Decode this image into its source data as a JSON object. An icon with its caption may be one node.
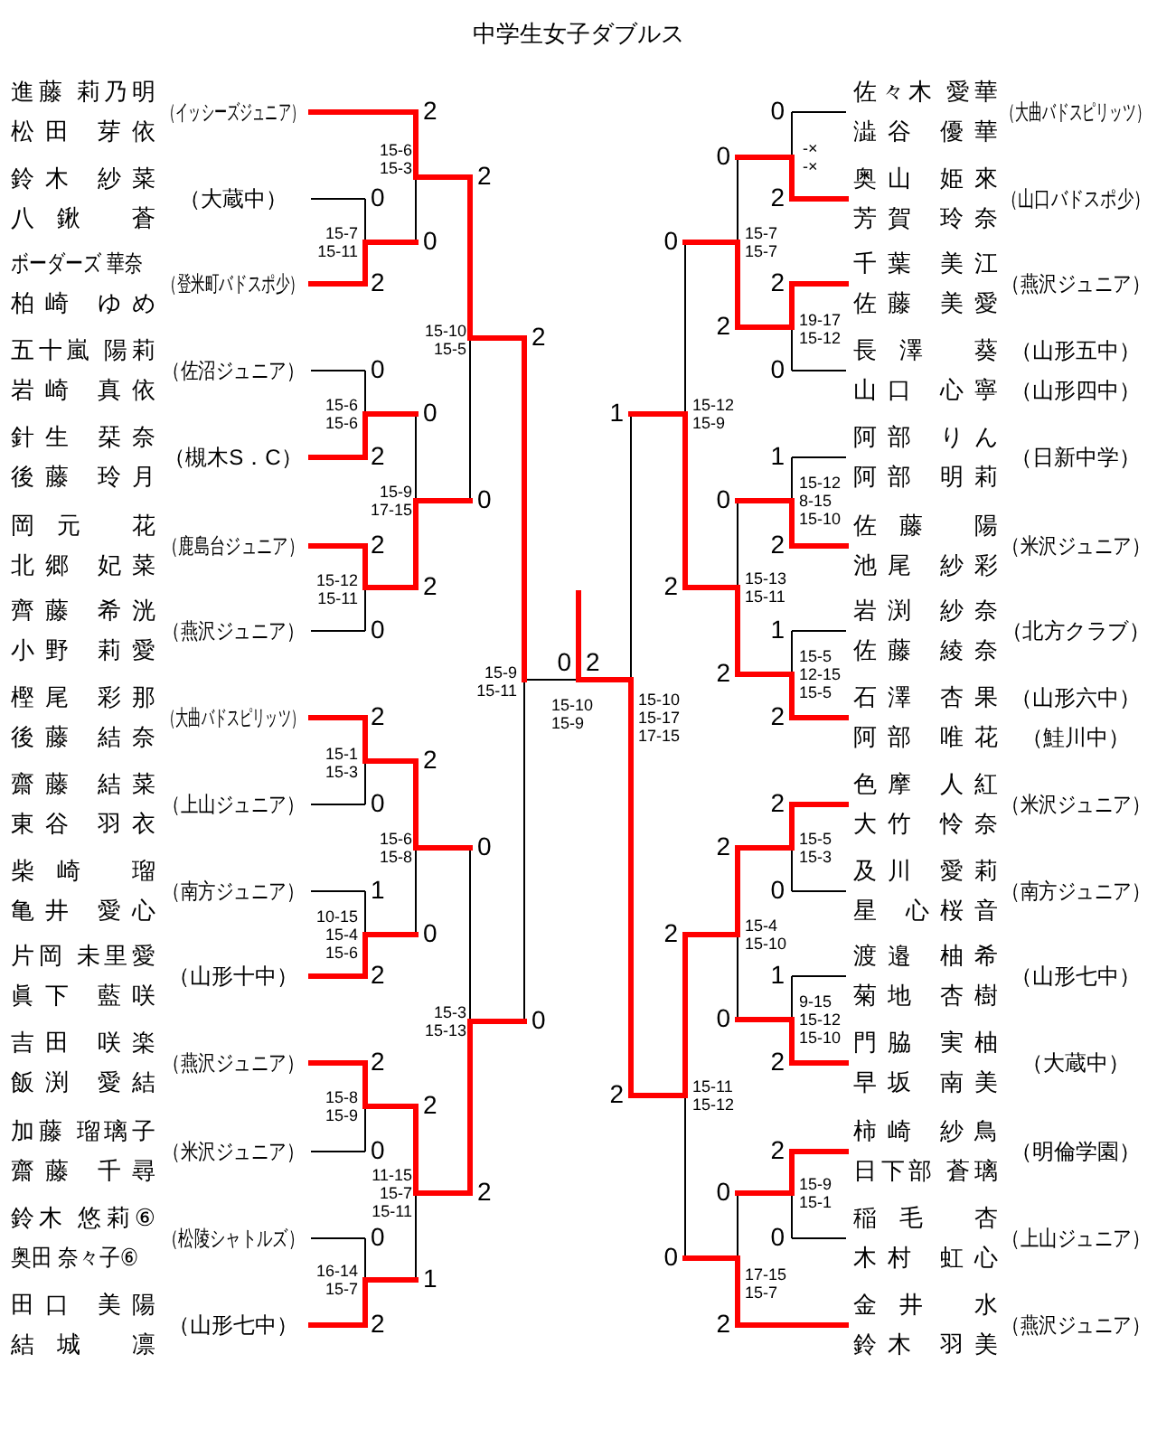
{
  "diagram": {
    "title": "中学生女子ダブルス",
    "nodes": [
      {
        "text": [
          "進藤 莉乃明",
          "松田 芽依"
        ],
        "beside": [
          "（イッシーズジュニア）"
        ]
      },
      {
        "text": [
          "鈴木 紗菜",
          "八鍬 蒼"
        ],
        "beside": [
          "（大蔵中）"
        ]
      },
      {
        "text": [
          "ボーダーズ 華奈",
          "柏崎 ゆめ"
        ],
        "beside": [
          "（登米町バドスポ少）"
        ]
      },
      {
        "text": [
          "五十嵐 陽莉",
          "岩崎 真依"
        ],
        "beside": [
          "（佐沼ジュニア）"
        ]
      },
      {
        "text": [
          "針生 栞奈",
          "後藤 玲月"
        ],
        "beside": [
          "（槻木S．C）"
        ]
      },
      {
        "text": [
          "岡元 花",
          "北郷 妃菜"
        ],
        "beside": [
          "（鹿島台ジュニア）"
        ]
      },
      {
        "text": [
          "齊藤 希洸",
          "小野 莉愛"
        ],
        "beside": [
          "（燕沢ジュニア）"
        ]
      },
      {
        "text": [
          "樫尾 彩那",
          "後藤 結奈"
        ],
        "beside": [
          "（大曲バドスピリッツ）"
        ]
      },
      {
        "text": [
          "齋藤 結菜",
          "東谷 羽衣"
        ],
        "beside": [
          "（上山ジュニア）"
        ]
      },
      {
        "text": [
          "柴崎 瑠",
          "亀井 愛心"
        ],
        "beside": [
          "（南方ジュニア）"
        ]
      },
      {
        "text": [
          "片岡 未里愛",
          "眞下 藍咲"
        ],
        "beside": [
          "（山形十中）"
        ]
      },
      {
        "text": [
          "吉田 咲楽",
          "飯渕 愛結"
        ],
        "beside": [
          "（燕沢ジュニア）"
        ]
      },
      {
        "text": [
          "加藤 瑠璃子",
          "齋藤 千尋"
        ],
        "beside": [
          "（米沢ジュニア）"
        ]
      },
      {
        "text": [
          "鈴木 悠莉⑥",
          "奥田 奈々子⑥"
        ],
        "beside": [
          "（松陵シャトルズ）"
        ]
      },
      {
        "text": [
          "田口 美陽",
          "結城 凛"
        ],
        "beside": [
          "（山形七中）"
        ]
      },
      {
        "text": [
          "佐々木 愛華",
          "澁谷 優華"
        ],
        "beside": [
          "（大曲バドスピリッツ）"
        ]
      },
      {
        "text": [
          "奥山 姫來",
          "芳賀 玲奈"
        ],
        "beside": [
          "（山口バドスポ少）"
        ]
      },
      {
        "text": [
          "千葉 美江",
          "佐藤 美愛"
        ],
        "beside": [
          "（燕沢ジュニア）"
        ]
      },
      {
        "text": [
          "長澤 葵",
          "山口 心寧"
        ],
        "beside": [
          "（山形五中）",
          "（山形四中）"
        ]
      },
      {
        "text": [
          "阿部 りん",
          "阿部 明莉"
        ],
        "beside": [
          "（日新中学）"
        ]
      },
      {
        "text": [
          "佐藤 陽",
          "池尾 紗彩"
        ],
        "beside": [
          "（米沢ジュニア）"
        ]
      },
      {
        "text": [
          "岩渕 紗奈",
          "佐藤 綾奈"
        ],
        "beside": [
          "（北方クラブ）"
        ]
      },
      {
        "text": [
          "石澤 杏果",
          "阿部 唯花"
        ],
        "beside": [
          "（山形六中）",
          "（鮭川中）"
        ]
      },
      {
        "text": [
          "色摩 人紅",
          "大竹 怜奈"
        ],
        "beside": [
          "（米沢ジュニア）"
        ]
      },
      {
        "text": [
          "及川 愛莉",
          "星 心桜音"
        ],
        "beside": [
          "（南方ジュニア）"
        ]
      },
      {
        "text": [
          "渡邉 柚希",
          "菊地 杏樹"
        ],
        "beside": [
          "（山形七中）"
        ]
      },
      {
        "text": [
          "門脇 実柚",
          "早坂 南美"
        ],
        "beside": [
          "（大蔵中）"
        ]
      },
      {
        "text": [
          "柿崎 紗鳥",
          "日下部 蒼璃"
        ],
        "beside": [
          "（明倫学園）"
        ]
      },
      {
        "text": [
          "稲毛 杏",
          "木村 虹心"
        ],
        "beside": [
          "（上山ジュニア）"
        ]
      },
      {
        "text": [
          "金井 水",
          "鈴木 羽美"
        ],
        "beside": [
          "（燕沢ジュニア）"
        ]
      }
    ],
    "labels": [
      "2",
      "15-6 15-3",
      "2",
      "0",
      "15-7 15-11",
      "0",
      "2",
      "15-10 15-5",
      "2",
      "0",
      "15-6 15-6",
      "0",
      "2",
      "15-9 17-15",
      "0",
      "2",
      "15-12 15-11",
      "2",
      "0",
      "0",
      "2",
      "15-9 15-11",
      "15-10 15-9",
      "2",
      "15-1 15-3",
      "2",
      "0",
      "15-6 15-8",
      "0",
      "1",
      "10-15 15-4 15-6",
      "0",
      "2",
      "15-3 15-13",
      "0",
      "2",
      "15-8 15-9",
      "2",
      "0",
      "11-15 15-7 15-11",
      "2",
      "0",
      "16-14 15-7",
      "1",
      "2",
      "0",
      "-× -×",
      "0",
      "2",
      "0",
      "15-7 15-7",
      "2",
      "2",
      "19-17 15-12",
      "0",
      "1",
      "15-12 15-9",
      "1",
      "0",
      "15-12 8-15 15-10",
      "2",
      "2",
      "15-13 15-11",
      "1",
      "2",
      "15-5 12-15 15-5",
      "15-10 15-17 17-15",
      "2",
      "2",
      "2",
      "15-5 15-3",
      "0",
      "2",
      "15-4 15-10",
      "1",
      "0",
      "9-15 15-12 15-10",
      "2",
      "2",
      "15-11 15-12",
      "2",
      "0",
      "15-9 15-1",
      "0",
      "0",
      "17-15 15-7",
      "2"
    ]
  }
}
